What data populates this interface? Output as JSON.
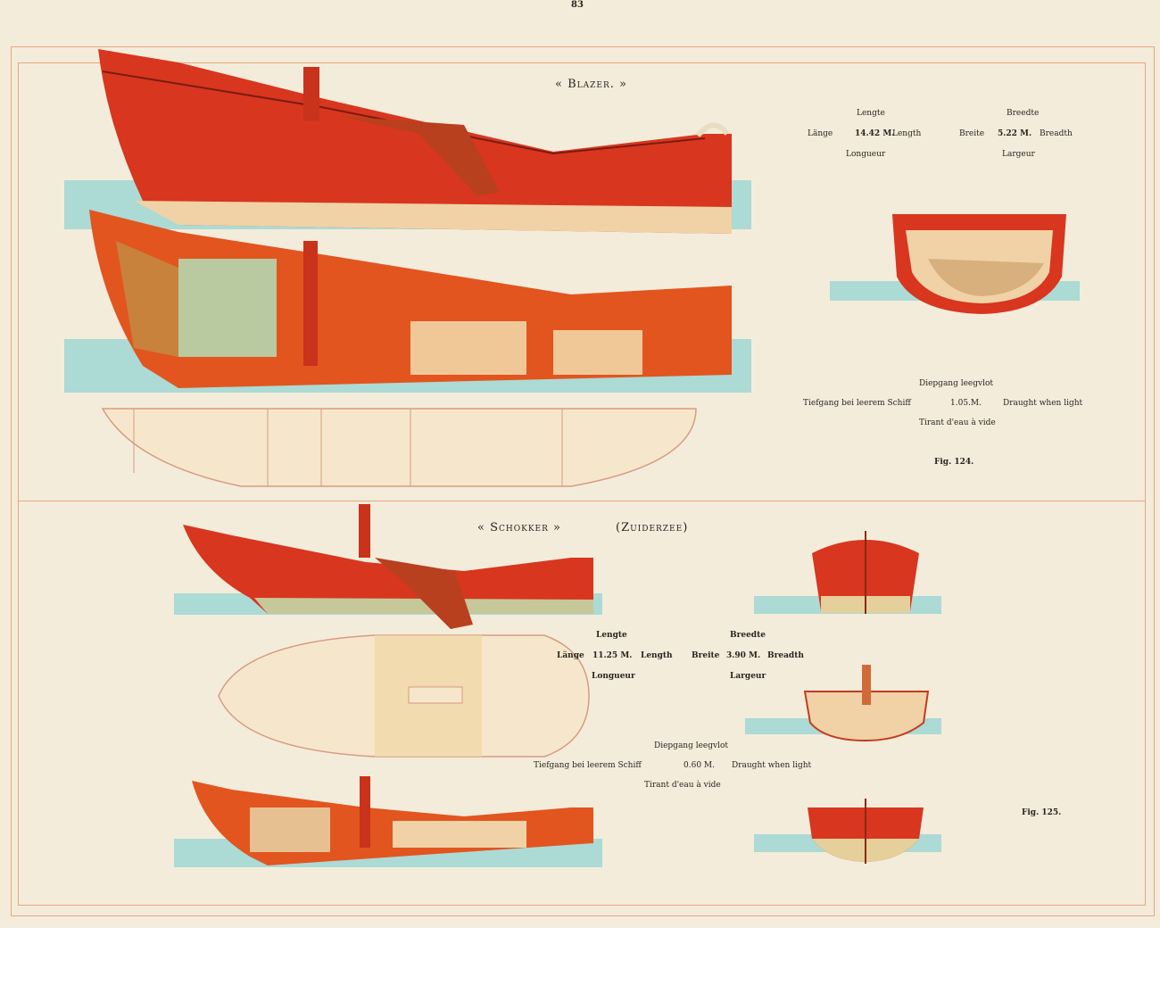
{
  "page_number": "83",
  "fig124": {
    "title": "« Blazer. »",
    "length_labels": {
      "nl": "Lengte",
      "de": "Länge",
      "value": "14.42 M.",
      "en": "Length",
      "fr": "Longueur"
    },
    "breadth_labels": {
      "nl": "Breedte",
      "de": "Breite",
      "value": "5.22 M.",
      "en": "Breadth",
      "fr": "Largeur"
    },
    "draught": {
      "nl": "Diepgang leegvlot",
      "de": "Tiefgang bei leerem Schiff",
      "value": "1.05.M.",
      "en": "Draught when light",
      "fr": "Tirant d'eau à vide"
    },
    "fig": "Fig. 124."
  },
  "fig125": {
    "title": "« Schokker »",
    "subtitle": "(Zuiderzee)",
    "length_labels": {
      "nl": "Lengte",
      "de": "Länge",
      "value": "11.25 M.",
      "en": "Length",
      "fr": "Longueur"
    },
    "breadth_labels": {
      "nl": "Breedte",
      "de": "Breite",
      "value": "3.90 M.",
      "en": "Breadth",
      "fr": "Largeur"
    },
    "draught": {
      "nl": "Diepgang leegvlot",
      "de": "Tiefgang bei leerem Schiff",
      "value": "0.60 M.",
      "en": "Draught when light",
      "fr": "Tirant d'eau à vide"
    },
    "fig": "Fig. 125."
  },
  "colors": {
    "hull_red": "#d8361f",
    "water": "#9fd7d3",
    "wood": "#f0d2a6",
    "paper": "#f3ecdb",
    "frame": "#e6a784"
  }
}
